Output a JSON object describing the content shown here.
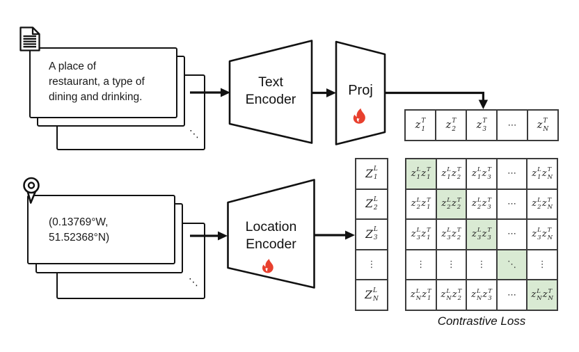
{
  "colors": {
    "highlight_green": "#d9ead3",
    "flame_red": "#e8402e",
    "stroke": "#111111",
    "grid": "#3b3b3b"
  },
  "icons": {
    "document": "document-icon",
    "location_pin": "location-pin-icon",
    "trainable": "flame-icon"
  },
  "top_branch": {
    "card_lines": [
      "A place of",
      "restaurant, a type of",
      "dining and drinking."
    ],
    "stack_dots": "⋱",
    "encoder": {
      "line1": "Text",
      "line2": "Encoder"
    },
    "proj_label": "Proj"
  },
  "bottom_branch": {
    "card_lines": [
      "(0.13769°W,",
      "51.52368°N)"
    ],
    "stack_dots": "⋱",
    "encoder": {
      "line1": "Location",
      "line2": "Encoder"
    }
  },
  "embeddings": {
    "text_row": [
      {
        "base": "z",
        "sup": "T",
        "sub": "1"
      },
      {
        "base": "z",
        "sup": "T",
        "sub": "2"
      },
      {
        "base": "z",
        "sup": "T",
        "sub": "3"
      },
      {
        "dots": "⋯"
      },
      {
        "base": "z",
        "sup": "T",
        "sub": "N"
      }
    ],
    "location_col": [
      {
        "base": "Z",
        "sup": "L",
        "sub": "1"
      },
      {
        "base": "Z",
        "sup": "L",
        "sub": "2"
      },
      {
        "base": "Z",
        "sup": "L",
        "sub": "3"
      },
      {
        "dots": "⋮"
      },
      {
        "base": "Z",
        "sup": "L",
        "sub": "N"
      }
    ]
  },
  "matrix": {
    "caption": "Contrastive Loss",
    "rows": [
      [
        {
          "a": {
            "base": "z",
            "sup": "L",
            "sub": "1"
          },
          "b": {
            "base": "z",
            "sup": "T",
            "sub": "1"
          },
          "green": true
        },
        {
          "a": {
            "base": "z",
            "sup": "L",
            "sub": "1"
          },
          "b": {
            "base": "z",
            "sup": "T",
            "sub": "2"
          },
          "green": false
        },
        {
          "a": {
            "base": "z",
            "sup": "L",
            "sub": "1"
          },
          "b": {
            "base": "z",
            "sup": "T",
            "sub": "3"
          },
          "green": false
        },
        {
          "dots": "⋯",
          "green": false
        },
        {
          "a": {
            "base": "z",
            "sup": "L",
            "sub": "1"
          },
          "b": {
            "base": "z",
            "sup": "T",
            "sub": "N"
          },
          "green": false
        }
      ],
      [
        {
          "a": {
            "base": "z",
            "sup": "L",
            "sub": "2"
          },
          "b": {
            "base": "z",
            "sup": "T",
            "sub": "1"
          },
          "green": false
        },
        {
          "a": {
            "base": "z",
            "sup": "L",
            "sub": "2"
          },
          "b": {
            "base": "z",
            "sup": "T",
            "sub": "2"
          },
          "green": true
        },
        {
          "a": {
            "base": "z",
            "sup": "L",
            "sub": "2"
          },
          "b": {
            "base": "z",
            "sup": "T",
            "sub": "3"
          },
          "green": false
        },
        {
          "dots": "⋯",
          "green": false
        },
        {
          "a": {
            "base": "z",
            "sup": "L",
            "sub": "2"
          },
          "b": {
            "base": "z",
            "sup": "T",
            "sub": "N"
          },
          "green": false
        }
      ],
      [
        {
          "a": {
            "base": "z",
            "sup": "L",
            "sub": "3"
          },
          "b": {
            "base": "z",
            "sup": "T",
            "sub": "1"
          },
          "green": false
        },
        {
          "a": {
            "base": "z",
            "sup": "L",
            "sub": "3"
          },
          "b": {
            "base": "z",
            "sup": "T",
            "sub": "2"
          },
          "green": false
        },
        {
          "a": {
            "base": "z",
            "sup": "L",
            "sub": "3"
          },
          "b": {
            "base": "z",
            "sup": "T",
            "sub": "3"
          },
          "green": true
        },
        {
          "dots": "⋯",
          "green": false
        },
        {
          "a": {
            "base": "z",
            "sup": "L",
            "sub": "3"
          },
          "b": {
            "base": "z",
            "sup": "T",
            "sub": "N"
          },
          "green": false
        }
      ],
      [
        {
          "dots": "⋮",
          "green": false
        },
        {
          "dots": "⋮",
          "green": false
        },
        {
          "dots": "⋮",
          "green": false
        },
        {
          "dots": "⋱",
          "green": true
        },
        {
          "dots": "⋮",
          "green": false
        }
      ],
      [
        {
          "a": {
            "base": "z",
            "sup": "L",
            "sub": "N"
          },
          "b": {
            "base": "z",
            "sup": "T",
            "sub": "1"
          },
          "green": false
        },
        {
          "a": {
            "base": "z",
            "sup": "L",
            "sub": "N"
          },
          "b": {
            "base": "z",
            "sup": "T",
            "sub": "2"
          },
          "green": false
        },
        {
          "a": {
            "base": "z",
            "sup": "L",
            "sub": "N"
          },
          "b": {
            "base": "z",
            "sup": "T",
            "sub": "3"
          },
          "green": false
        },
        {
          "dots": "⋯",
          "green": false
        },
        {
          "a": {
            "base": "z",
            "sup": "L",
            "sub": "N"
          },
          "b": {
            "base": "z",
            "sup": "T",
            "sub": "N"
          },
          "green": true
        }
      ]
    ]
  }
}
